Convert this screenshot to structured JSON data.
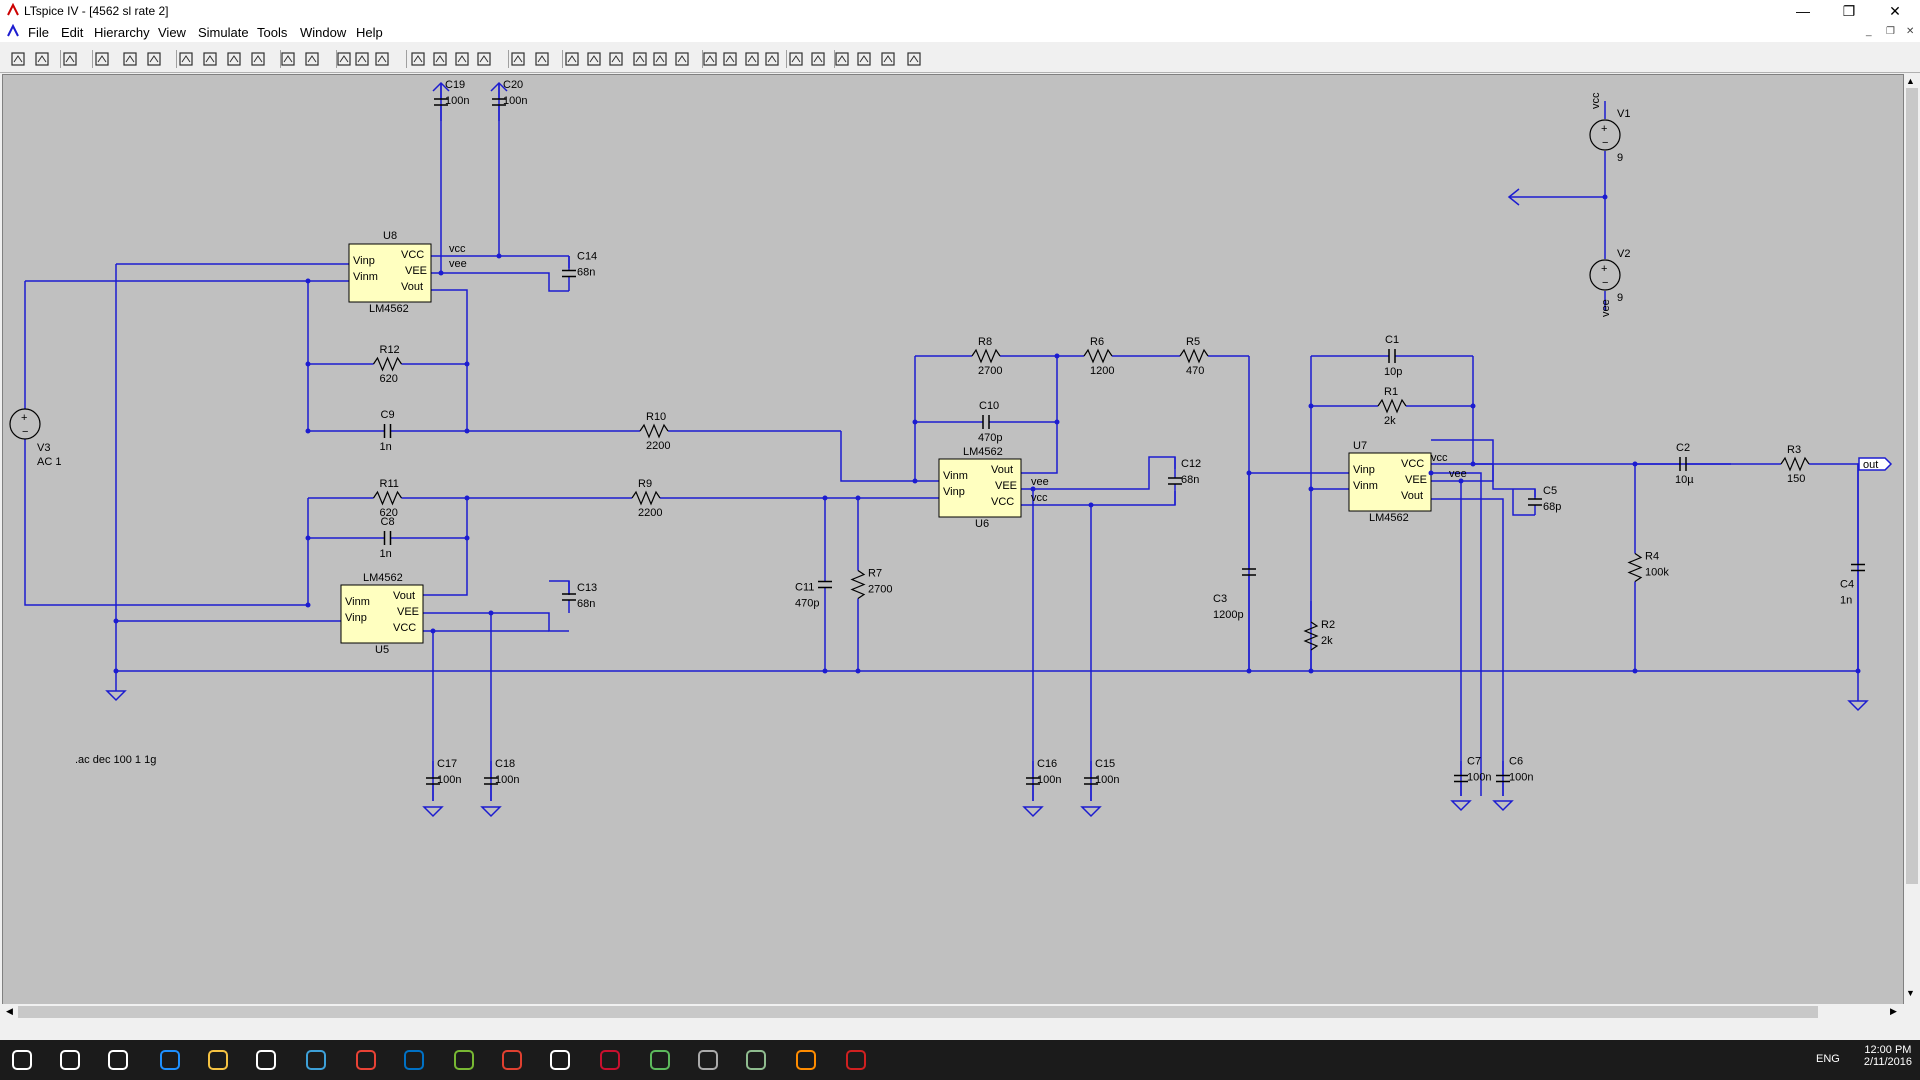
{
  "window": {
    "title": "LTspice IV - [4562  sl rate 2]",
    "controls": {
      "minimize": "—",
      "restore": "❐",
      "close": "✕"
    }
  },
  "menu": {
    "items": [
      "File",
      "Edit",
      "Hierarchy",
      "View",
      "Simulate",
      "Tools",
      "Window",
      "Help"
    ]
  },
  "toolbar": {
    "icons": [
      "new-schematic-icon",
      "open-icon",
      "save-icon",
      "control-panel-icon",
      "run-icon",
      "halt-icon",
      "zoom-in-icon",
      "zoom-fit-icon",
      "zoom-out-icon",
      "zoom-cancel-icon",
      "autorange-icon",
      "zoom-full-icon",
      "tile-horizontal-icon",
      "cascade-icon",
      "tile-vertical-icon",
      "cut-icon",
      "copy-icon",
      "paste-icon",
      "find-icon",
      "print-setup-icon",
      "print-icon",
      "draw-wire-icon",
      "ground-icon",
      "label-net-icon",
      "resistor-icon",
      "capacitor-icon",
      "inductor-icon",
      "diode-icon",
      "component-icon",
      "move-icon",
      "drag-icon",
      "undo-icon",
      "redo-icon",
      "rotate-icon",
      "mirror-icon",
      "text-icon",
      "spice-directive-icon"
    ]
  },
  "schematic": {
    "directive": ".ac dec 100 1 1g",
    "nets": {
      "vcc": "vcc",
      "vee": "vee",
      "out": "out"
    },
    "opamps": {
      "U8": {
        "ref": "U8",
        "model": "LM4562",
        "pins": [
          "Vinp",
          "Vinm",
          "VCC",
          "VEE",
          "Vout"
        ]
      },
      "U5": {
        "ref": "U5",
        "model": "LM4562",
        "pins": [
          "Vinm",
          "Vinp",
          "Vout",
          "VEE",
          "VCC"
        ]
      },
      "U6": {
        "ref": "U6",
        "model": "LM4562",
        "pins": [
          "Vinm",
          "Vinp",
          "Vout",
          "VEE",
          "VCC"
        ]
      },
      "U7": {
        "ref": "U7",
        "model": "LM4562",
        "pins": [
          "Vinp",
          "Vinm",
          "VCC",
          "VEE",
          "Vout"
        ]
      }
    },
    "sources": {
      "V1": {
        "ref": "V1",
        "value": "9",
        "net": "vcc"
      },
      "V2": {
        "ref": "V2",
        "value": "9",
        "net": "vee"
      },
      "V3": {
        "ref": "V3",
        "value": "AC 1"
      }
    },
    "resistors": {
      "R1": {
        "ref": "R1",
        "value": "2k"
      },
      "R2": {
        "ref": "R2",
        "value": "2k"
      },
      "R3": {
        "ref": "R3",
        "value": "150"
      },
      "R4": {
        "ref": "R4",
        "value": "100k"
      },
      "R5": {
        "ref": "R5",
        "value": "470"
      },
      "R6": {
        "ref": "R6",
        "value": "1200"
      },
      "R7": {
        "ref": "R7",
        "value": "2700"
      },
      "R8": {
        "ref": "R8",
        "value": "2700"
      },
      "R9": {
        "ref": "R9",
        "value": "2200"
      },
      "R10": {
        "ref": "R10",
        "value": "2200"
      },
      "R11": {
        "ref": "R11",
        "value": "620"
      },
      "R12": {
        "ref": "R12",
        "value": "620"
      }
    },
    "capacitors": {
      "C1": {
        "ref": "C1",
        "value": "10p"
      },
      "C2": {
        "ref": "C2",
        "value": "10µ"
      },
      "C3": {
        "ref": "C3",
        "value": "1200p"
      },
      "C4": {
        "ref": "C4",
        "value": "1n"
      },
      "C5": {
        "ref": "C5",
        "value": "68p"
      },
      "C6": {
        "ref": "C6",
        "value": "100n"
      },
      "C7": {
        "ref": "C7",
        "value": "100n"
      },
      "C8": {
        "ref": "C8",
        "value": "1n"
      },
      "C9": {
        "ref": "C9",
        "value": "1n"
      },
      "C10": {
        "ref": "C10",
        "value": "470p"
      },
      "C11": {
        "ref": "C11",
        "value": "470p"
      },
      "C12": {
        "ref": "C12",
        "value": "68n"
      },
      "C13": {
        "ref": "C13",
        "value": "68n"
      },
      "C14": {
        "ref": "C14",
        "value": "68n"
      },
      "C15": {
        "ref": "C15",
        "value": "100n"
      },
      "C16": {
        "ref": "C16",
        "value": "100n"
      },
      "C17": {
        "ref": "C17",
        "value": "100n"
      },
      "C18": {
        "ref": "C18",
        "value": "100n"
      },
      "C19": {
        "ref": "C19",
        "value": "100n"
      },
      "C20": {
        "ref": "C20",
        "value": "100n"
      }
    }
  },
  "taskbar": {
    "icons": [
      "start-icon",
      "search-icon",
      "task-view-icon",
      "edge-icon",
      "file-explorer-icon",
      "store-icon",
      "lightroom-icon",
      "chrome-icon",
      "intel-icon",
      "utorrent-icon",
      "app-icon",
      "app-icon-2",
      "yandex-icon",
      "shield-app-icon",
      "camera-app-icon",
      "app-icon-3",
      "app-icon-4",
      "ltspice-icon"
    ],
    "language": "ENG",
    "time": "12:00 PM",
    "date": "2/11/2016"
  },
  "colors": {
    "wire": "#1c1cd0",
    "canvas": "#c0c0c0",
    "opamp_fill": "#ffffc0",
    "junction": "#1c1cd0"
  }
}
